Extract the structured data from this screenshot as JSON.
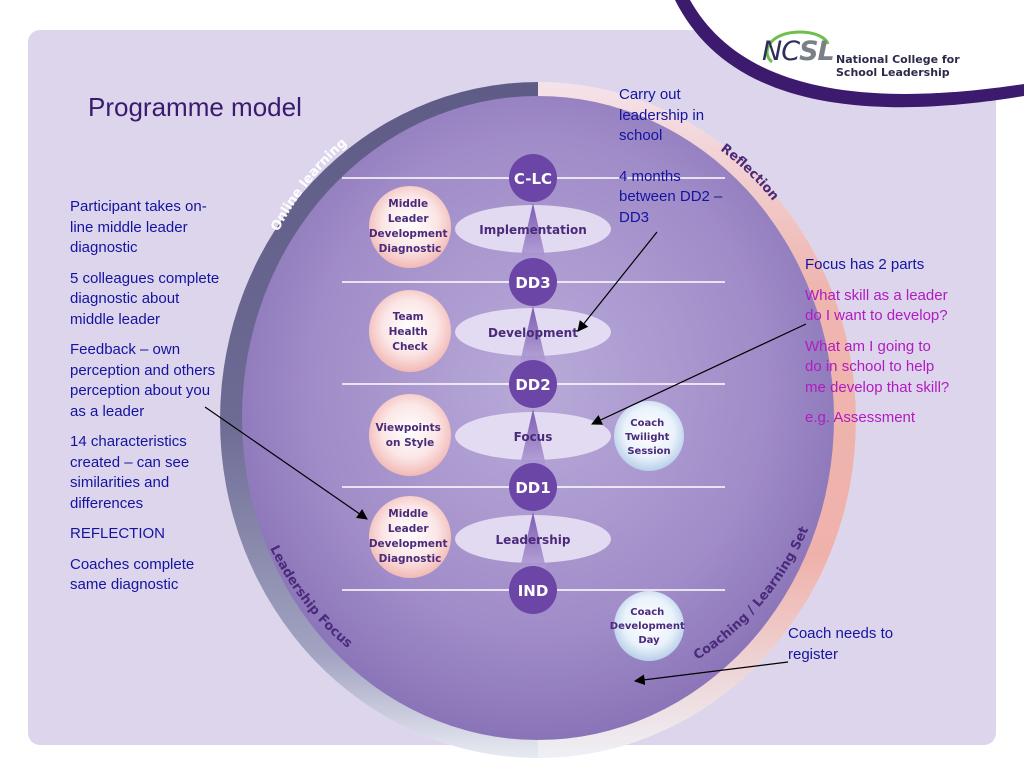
{
  "title": "Programme model",
  "logo": {
    "mark_a": "NC",
    "mark_b": "SL",
    "line1": "National College for",
    "line2": "School Leadership"
  },
  "ring_labels": {
    "online_learning": "Online learning",
    "reflection": "Reflection",
    "leadership_focus": "Leadership Focus",
    "coaching": "Coaching / Learning Sets"
  },
  "milestones": {
    "clc": "C-LC",
    "dd3": "DD3",
    "dd2": "DD2",
    "dd1": "DD1",
    "ind": "IND"
  },
  "stages": {
    "implementation": "Implementation",
    "development": "Development",
    "focus": "Focus",
    "leadership": "Leadership"
  },
  "activities": {
    "mldd_top": [
      "Middle",
      "Leader",
      "Development",
      "Diagnostic"
    ],
    "team_health": [
      "Team",
      "Health",
      "Check"
    ],
    "viewpoints": [
      "Viewpoints",
      "on Style"
    ],
    "mldd_bottom": [
      "Middle",
      "Leader",
      "Development",
      "Diagnostic"
    ]
  },
  "coach_bubbles": {
    "twilight": [
      "Coach",
      "Twilight",
      "Session"
    ],
    "development_day": [
      "Coach",
      "Development",
      "Day"
    ]
  },
  "left_notes": [
    "Participant takes on-line middle leader diagnostic",
    "5 colleagues complete diagnostic about middle leader",
    "Feedback – own perception and others perception about you as a leader",
    "14 characteristics created – can see similarities and differences",
    "REFLECTION",
    "Coaches complete same diagnostic"
  ],
  "top_note": {
    "line1": "Carry out leadership in school",
    "line2": "4 months between DD2 – DD3"
  },
  "right_notes": {
    "heading": "Focus has 2 parts",
    "q1": "What skill as a leader do I want to develop?",
    "q2": "What am I going to do in school to help me develop that skill?",
    "eg": "e.g. Assessment"
  },
  "bottom_note": "Coach needs to register",
  "colors": {
    "panel": "#ddd5ec",
    "milestone": "#6b46a6",
    "ring_gray": "#6e6c92",
    "ring_pink": "#f0b6b0",
    "note_blue": "#1414a0",
    "note_magenta": "#b01cc0",
    "swoosh": "#3c1a6e"
  }
}
